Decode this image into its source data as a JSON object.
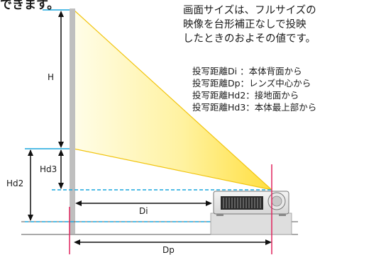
{
  "top_fragment": "できます。",
  "description": {
    "lines": [
      "画面サイズは、フルサイズの",
      "映像を台形補正なしで投映",
      "したときのおよその値です。"
    ]
  },
  "legend": {
    "lines": [
      "投写距離Di ：本体背面から",
      "投写距離Dp：レンズ中心から",
      "投写距離Hd2：接地面から",
      "投写距離Hd3：本体最上部から"
    ]
  },
  "labels": {
    "h": "H",
    "hd3": "Hd3",
    "hd2": "Hd2",
    "di": "Di",
    "dp": "Dp"
  },
  "colors": {
    "cyan": "#1aa7dd",
    "red": "#e0245e",
    "beam_light": "#fffde6",
    "beam_yellow": "#ffe45a",
    "beam_edge": "#f1c40f",
    "wall": "#bfbfbf",
    "stand": "#dddddd"
  }
}
